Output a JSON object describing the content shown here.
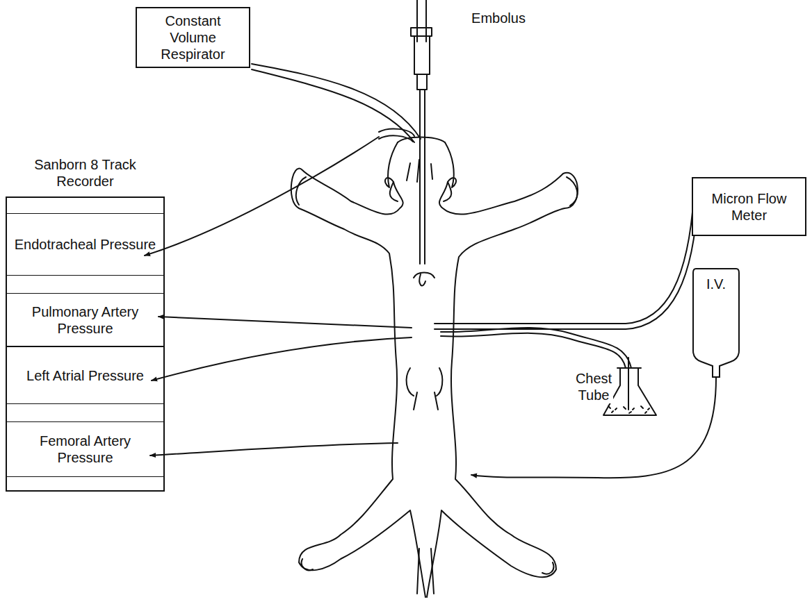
{
  "diagram": {
    "nodes": [
      {
        "text": [
          "Sanborn 8 Track Recorder"
        ]
      },
      {
        "text": [
          "Endotracheal Pressure"
        ],
        "in": 0
      },
      {
        "text": [
          "Pulmonary Artery Pressure"
        ],
        "in": 0
      },
      {
        "text": [
          "Left Atrial Pressure"
        ],
        "in": 0
      },
      {
        "text": [
          "Femoral Artery Pressure"
        ],
        "in": 0
      },
      {
        "text": [
          "Constant Volume Respirator"
        ]
      },
      {
        "text": [
          "Micron Flow Meter"
        ]
      },
      {
        "text": [
          "I.V."
        ]
      }
    ],
    "labels": [
      "Embolus",
      "Chest Tube"
    ]
  }
}
